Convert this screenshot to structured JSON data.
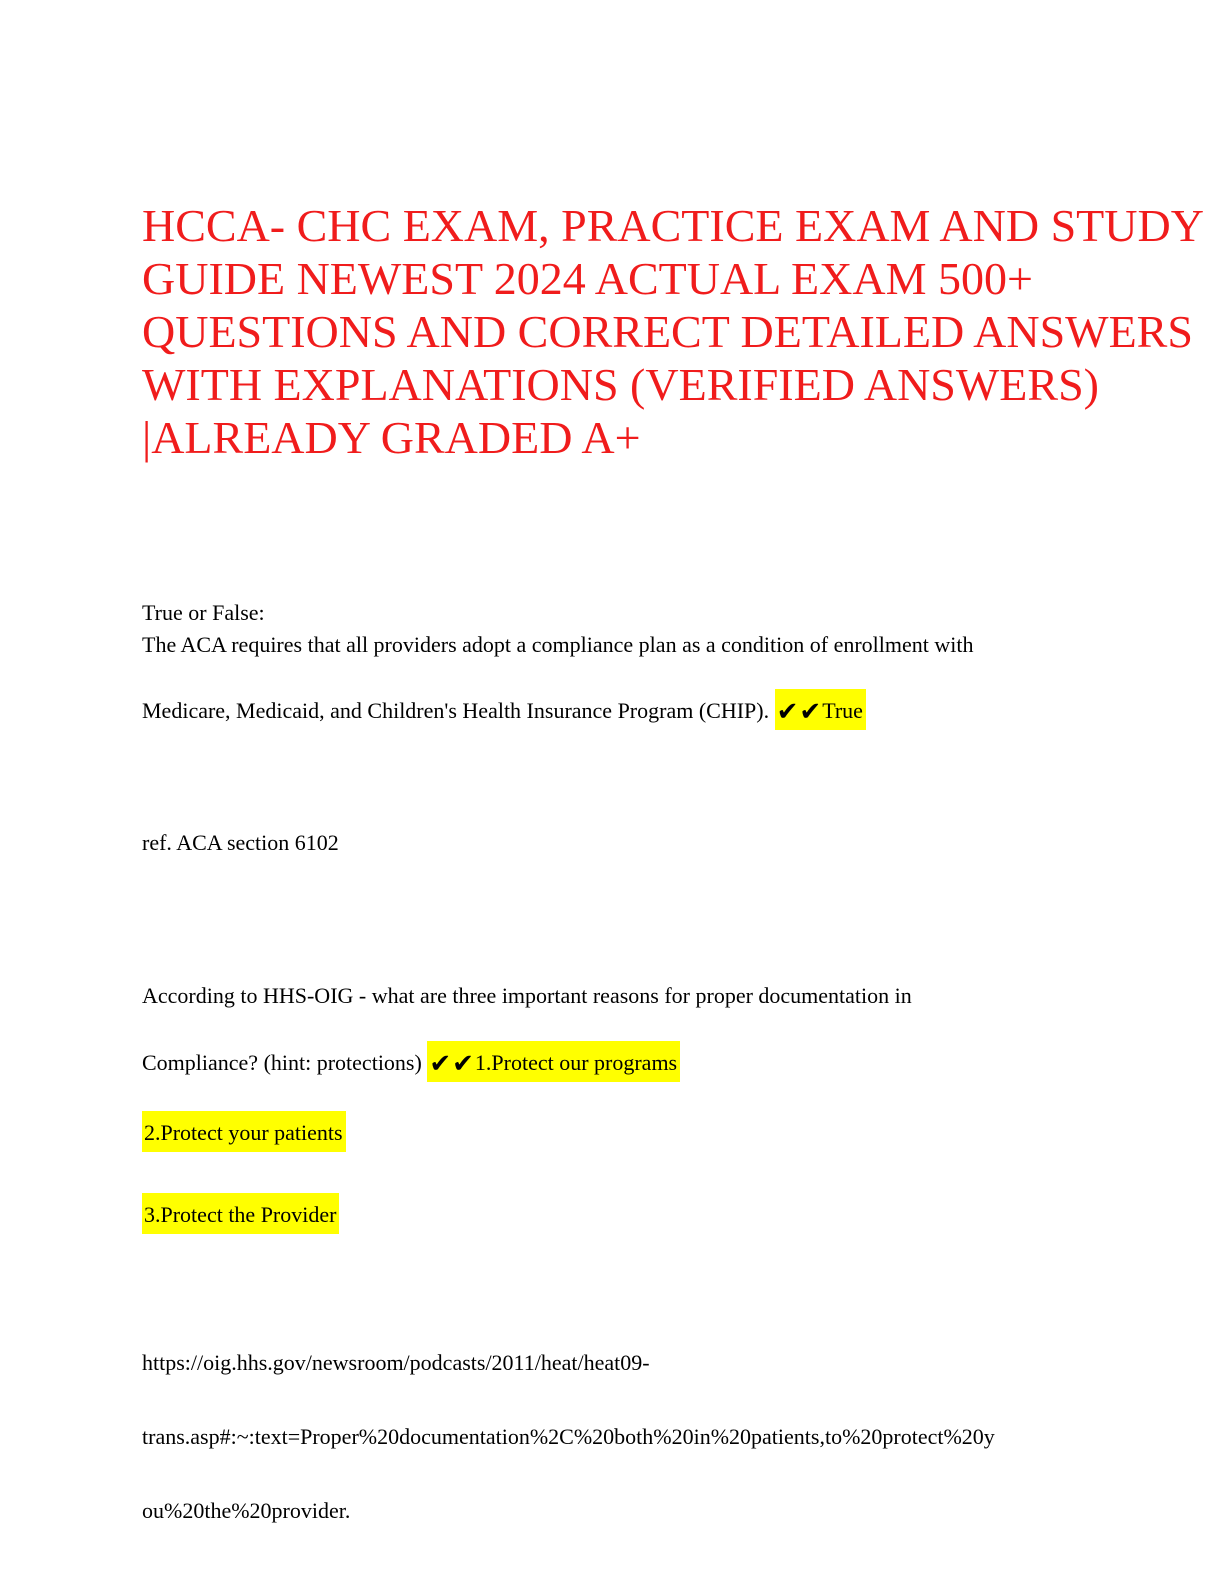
{
  "colors": {
    "title_red": "#f01c1c",
    "highlight_yellow": "#ffff00",
    "body_text": "#000000",
    "page_background": "#ffffff"
  },
  "title": {
    "lines": [
      "HCCA- CHC EXAM, PRACTICE EXAM AND STUDY",
      "GUIDE NEWEST 2024 ACTUAL EXAM 500+",
      "QUESTIONS AND CORRECT DETAILED ANSWERS",
      "WITH EXPLANATIONS (VERIFIED ANSWERS)",
      "|ALREADY GRADED A+"
    ]
  },
  "qa": {
    "checkmarks": "✔✔",
    "q1_prompt": "True or False:",
    "q1_text_line1": "The ACA requires that all providers adopt a compliance plan as a condition of enrollment with",
    "q1_text_line2_prefix": "Medicare, Medicaid, and Children's Health Insurance Program (CHIP). ",
    "q1_answer": "True",
    "q1_reference": "ref. ACA section 6102",
    "q2_text_line1": "According to HHS-OIG - what are three important reasons for proper documentation in",
    "q2_text_line2_prefix": "Compliance? (hint: protections) ",
    "q2_answer_1": "1.Protect our programs",
    "q2_answer_2": "2.Protect your patients",
    "q2_answer_3": "3.Protect the Provider",
    "q2_reference_url_line1": "https://oig.hhs.gov/newsroom/podcasts/2011/heat/heat09-",
    "q2_reference_url_line2": "trans.asp#:~:text=Proper%20documentation%2C%20both%20in%20patients,to%20protect%20y",
    "q2_reference_url_line3": "ou%20the%20provider."
  }
}
